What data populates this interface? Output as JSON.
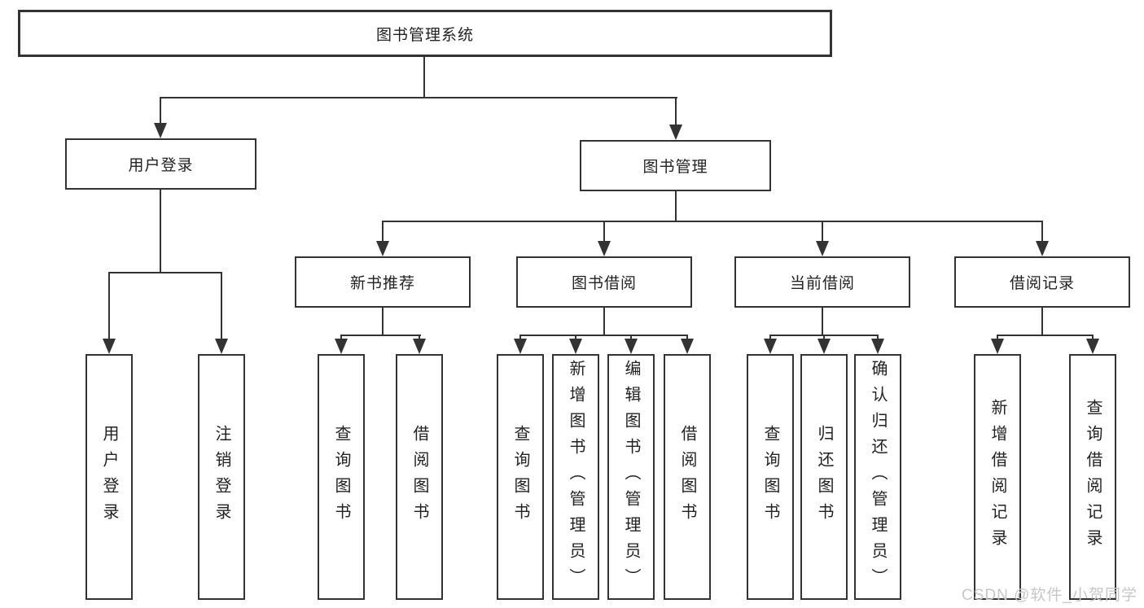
{
  "watermark": {
    "text": "CSDN @软件_小贺同学",
    "color": "#c7c7c7"
  },
  "colors": {
    "line": "#333333",
    "border": "#333333",
    "text": "#222222",
    "background": "#ffffff"
  },
  "tree": {
    "root": {
      "label": "图书管理系统"
    },
    "branches": [
      {
        "label": "用户登录",
        "children": [
          {
            "label": "用户登录"
          },
          {
            "label": "注销登录"
          }
        ]
      },
      {
        "label": "图书管理",
        "children": [
          {
            "label": "新书推荐",
            "children": [
              {
                "label": "查询图书"
              },
              {
                "label": "借阅图书"
              }
            ]
          },
          {
            "label": "图书借阅",
            "children": [
              {
                "label": "查询图书"
              },
              {
                "label": "新增图书（管理员）"
              },
              {
                "label": "编辑图书（管理员）"
              },
              {
                "label": "借阅图书"
              }
            ]
          },
          {
            "label": "当前借阅",
            "children": [
              {
                "label": "查询图书"
              },
              {
                "label": "归还图书"
              },
              {
                "label": "确认归还（管理员）"
              }
            ]
          },
          {
            "label": "借阅记录",
            "children": [
              {
                "label": "新增借阅记录"
              },
              {
                "label": "查询借阅记录"
              }
            ]
          }
        ]
      }
    ]
  }
}
